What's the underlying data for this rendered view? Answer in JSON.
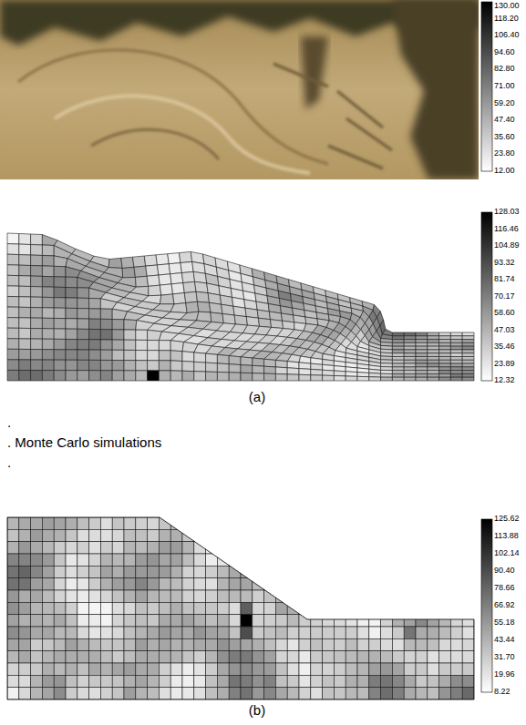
{
  "diagram": {
    "labels": [
      "130.00",
      "118.20",
      "106.40",
      "94.60",
      "82.80",
      "71.00",
      "59.20",
      "47.40",
      "35.60",
      "23.80",
      "12.00",
      "128.03",
      "116.46",
      "104.89",
      "93.32",
      "81.74",
      "70.17",
      "58.60",
      "47.03",
      "35.46",
      "23.89",
      "12.32",
      "(a)",
      ".",
      ". Monte Carlo simulations",
      ".",
      "125.62",
      "113.88",
      "102.14",
      "90.40",
      "78.66",
      "66.92",
      "55.18",
      "43.44",
      "31.70",
      "19.96",
      "8.22",
      "(b)"
    ]
  }
}
